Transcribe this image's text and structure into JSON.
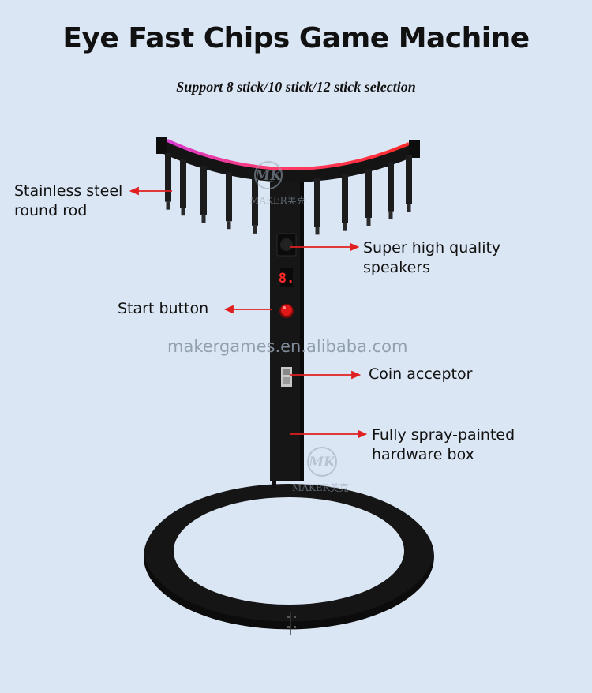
{
  "title": "Eye Fast Chips Game Machine",
  "subtitle": "Support 8 stick/10 stick/12 stick selection",
  "callouts": {
    "rod": [
      "Stainless steel",
      "round rod"
    ],
    "speakers": [
      "Super high quality",
      "speakers"
    ],
    "start": "Start button",
    "coin": "Coin acceptor",
    "box": [
      "Fully spray-painted",
      "hardware box"
    ]
  },
  "display_digit": "8.",
  "watermark": {
    "url": "makergames.en.alibaba.com",
    "brand": "MAKER",
    "brand_cn": "美克"
  },
  "colors": {
    "background": "#dbe6f4",
    "machine": "#1a1a1a",
    "arrow": "#e02020",
    "led_pink": "#e040c0",
    "led_red": "#ff2a2a"
  }
}
